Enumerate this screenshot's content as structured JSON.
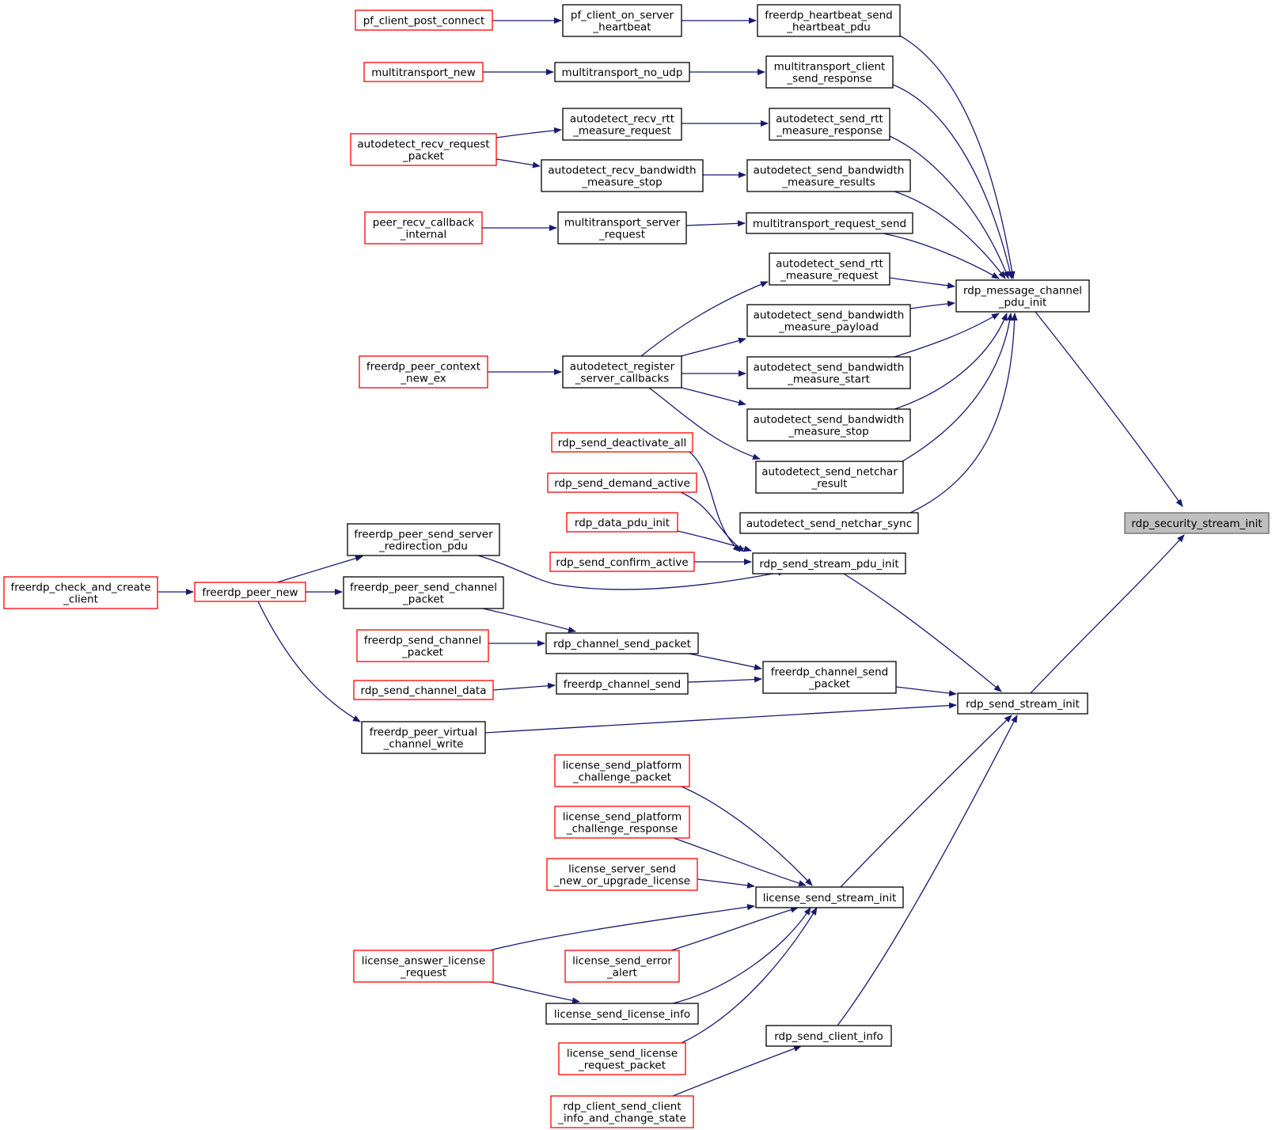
{
  "colors": {
    "edge": "#191970",
    "node_border_documented": "#000000",
    "node_border_undocumented": "#ff0000",
    "focus_fill": "#bfbfbf",
    "node_fill": "#ffffff"
  },
  "diagram": {
    "type": "doxygen caller graph",
    "focus_node": "rdp_security_stream_init",
    "nodes": [
      {
        "id": "rdp_security_stream_init",
        "lines": [
          "rdp_security_stream_init"
        ],
        "border": "grey",
        "focus": true
      },
      {
        "id": "rdp_message_channel_pdu_init",
        "lines": [
          "rdp_message_channel",
          "_pdu_init"
        ],
        "border": "black"
      },
      {
        "id": "rdp_send_stream_init",
        "lines": [
          "rdp_send_stream_init"
        ],
        "border": "black"
      },
      {
        "id": "freerdp_heartbeat_send_heartbeat_pdu",
        "lines": [
          "freerdp_heartbeat_send",
          "_heartbeat_pdu"
        ],
        "border": "black"
      },
      {
        "id": "multitransport_client_send_response",
        "lines": [
          "multitransport_client",
          "_send_response"
        ],
        "border": "black"
      },
      {
        "id": "autodetect_send_rtt_measure_response",
        "lines": [
          "autodetect_send_rtt",
          "_measure_response"
        ],
        "border": "black"
      },
      {
        "id": "autodetect_send_bandwidth_measure_results",
        "lines": [
          "autodetect_send_bandwidth",
          "_measure_results"
        ],
        "border": "black"
      },
      {
        "id": "multitransport_request_send",
        "lines": [
          "multitransport_request_send"
        ],
        "border": "black"
      },
      {
        "id": "autodetect_send_rtt_measure_request",
        "lines": [
          "autodetect_send_rtt",
          "_measure_request"
        ],
        "border": "black"
      },
      {
        "id": "autodetect_send_bandwidth_measure_payload",
        "lines": [
          "autodetect_send_bandwidth",
          "_measure_payload"
        ],
        "border": "black"
      },
      {
        "id": "autodetect_send_bandwidth_measure_start",
        "lines": [
          "autodetect_send_bandwidth",
          "_measure_start"
        ],
        "border": "black"
      },
      {
        "id": "autodetect_send_bandwidth_measure_stop",
        "lines": [
          "autodetect_send_bandwidth",
          "_measure_stop"
        ],
        "border": "black"
      },
      {
        "id": "autodetect_send_netchar_result",
        "lines": [
          "autodetect_send_netchar",
          "_result"
        ],
        "border": "black"
      },
      {
        "id": "autodetect_send_netchar_sync",
        "lines": [
          "autodetect_send_netchar_sync"
        ],
        "border": "black"
      },
      {
        "id": "rdp_send_stream_pdu_init",
        "lines": [
          "rdp_send_stream_pdu_init"
        ],
        "border": "black"
      },
      {
        "id": "freerdp_channel_send_packet",
        "lines": [
          "freerdp_channel_send",
          "_packet"
        ],
        "border": "black"
      },
      {
        "id": "license_send_stream_init",
        "lines": [
          "license_send_stream_init"
        ],
        "border": "black"
      },
      {
        "id": "rdp_send_client_info",
        "lines": [
          "rdp_send_client_info"
        ],
        "border": "black"
      },
      {
        "id": "pf_client_on_server_heartbeat",
        "lines": [
          "pf_client_on_server",
          "_heartbeat"
        ],
        "border": "black"
      },
      {
        "id": "multitransport_no_udp",
        "lines": [
          "multitransport_no_udp"
        ],
        "border": "black"
      },
      {
        "id": "autodetect_recv_rtt_measure_request",
        "lines": [
          "autodetect_recv_rtt",
          "_measure_request"
        ],
        "border": "black"
      },
      {
        "id": "autodetect_recv_bandwidth_measure_stop",
        "lines": [
          "autodetect_recv_bandwidth",
          "_measure_stop"
        ],
        "border": "black"
      },
      {
        "id": "multitransport_server_request",
        "lines": [
          "multitransport_server",
          "_request"
        ],
        "border": "black"
      },
      {
        "id": "autodetect_register_server_callbacks",
        "lines": [
          "autodetect_register",
          "_server_callbacks"
        ],
        "border": "black"
      },
      {
        "id": "rdp_send_deactivate_all",
        "lines": [
          "rdp_send_deactivate_all"
        ],
        "border": "red"
      },
      {
        "id": "rdp_send_demand_active",
        "lines": [
          "rdp_send_demand_active"
        ],
        "border": "red"
      },
      {
        "id": "rdp_data_pdu_init",
        "lines": [
          "rdp_data_pdu_init"
        ],
        "border": "red"
      },
      {
        "id": "rdp_send_confirm_active",
        "lines": [
          "rdp_send_confirm_active"
        ],
        "border": "red"
      },
      {
        "id": "rdp_channel_send_packet",
        "lines": [
          "rdp_channel_send_packet"
        ],
        "border": "black"
      },
      {
        "id": "freerdp_channel_send",
        "lines": [
          "freerdp_channel_send"
        ],
        "border": "black"
      },
      {
        "id": "license_send_platform_challenge_packet",
        "lines": [
          "license_send_platform",
          "_challenge_packet"
        ],
        "border": "red"
      },
      {
        "id": "license_send_platform_challenge_response",
        "lines": [
          "license_send_platform",
          "_challenge_response"
        ],
        "border": "red"
      },
      {
        "id": "license_server_send_new_or_upgrade_license",
        "lines": [
          "license_server_send",
          "_new_or_upgrade_license"
        ],
        "border": "red"
      },
      {
        "id": "license_send_error_alert",
        "lines": [
          "license_send_error",
          "_alert"
        ],
        "border": "red"
      },
      {
        "id": "license_send_license_info",
        "lines": [
          "license_send_license_info"
        ],
        "border": "black"
      },
      {
        "id": "license_send_license_request_packet",
        "lines": [
          "license_send_license",
          "_request_packet"
        ],
        "border": "red"
      },
      {
        "id": "rdp_client_send_client_info_and_change_state",
        "lines": [
          "rdp_client_send_client",
          "_info_and_change_state"
        ],
        "border": "red"
      },
      {
        "id": "pf_client_post_connect",
        "lines": [
          "pf_client_post_connect"
        ],
        "border": "red"
      },
      {
        "id": "multitransport_new",
        "lines": [
          "multitransport_new"
        ],
        "border": "red"
      },
      {
        "id": "autodetect_recv_request_packet",
        "lines": [
          "autodetect_recv_request",
          "_packet"
        ],
        "border": "red"
      },
      {
        "id": "peer_recv_callback_internal",
        "lines": [
          "peer_recv_callback",
          "_internal"
        ],
        "border": "red"
      },
      {
        "id": "freerdp_peer_context_new_ex",
        "lines": [
          "freerdp_peer_context",
          "_new_ex"
        ],
        "border": "red"
      },
      {
        "id": "freerdp_peer_send_server_redirection_pdu",
        "lines": [
          "freerdp_peer_send_server",
          "_redirection_pdu"
        ],
        "border": "black"
      },
      {
        "id": "freerdp_peer_send_channel_packet",
        "lines": [
          "freerdp_peer_send_channel",
          "_packet"
        ],
        "border": "black"
      },
      {
        "id": "freerdp_send_channel_packet",
        "lines": [
          "freerdp_send_channel",
          "_packet"
        ],
        "border": "red"
      },
      {
        "id": "rdp_send_channel_data",
        "lines": [
          "rdp_send_channel_data"
        ],
        "border": "red"
      },
      {
        "id": "freerdp_peer_virtual_channel_write",
        "lines": [
          "freerdp_peer_virtual",
          "_channel_write"
        ],
        "border": "black"
      },
      {
        "id": "license_answer_license_request",
        "lines": [
          "license_answer_license",
          "_request"
        ],
        "border": "red"
      },
      {
        "id": "freerdp_peer_new",
        "lines": [
          "freerdp_peer_new"
        ],
        "border": "red"
      },
      {
        "id": "freerdp_check_and_create_client",
        "lines": [
          "freerdp_check_and_create",
          "_client"
        ],
        "border": "red"
      }
    ],
    "edges": [
      {
        "from": "rdp_message_channel_pdu_init",
        "to": "rdp_security_stream_init"
      },
      {
        "from": "rdp_send_stream_init",
        "to": "rdp_security_stream_init"
      },
      {
        "from": "freerdp_heartbeat_send_heartbeat_pdu",
        "to": "rdp_message_channel_pdu_init"
      },
      {
        "from": "multitransport_client_send_response",
        "to": "rdp_message_channel_pdu_init"
      },
      {
        "from": "autodetect_send_rtt_measure_response",
        "to": "rdp_message_channel_pdu_init"
      },
      {
        "from": "autodetect_send_bandwidth_measure_results",
        "to": "rdp_message_channel_pdu_init"
      },
      {
        "from": "multitransport_request_send",
        "to": "rdp_message_channel_pdu_init"
      },
      {
        "from": "autodetect_send_rtt_measure_request",
        "to": "rdp_message_channel_pdu_init"
      },
      {
        "from": "autodetect_send_bandwidth_measure_payload",
        "to": "rdp_message_channel_pdu_init"
      },
      {
        "from": "autodetect_send_bandwidth_measure_start",
        "to": "rdp_message_channel_pdu_init"
      },
      {
        "from": "autodetect_send_bandwidth_measure_stop",
        "to": "rdp_message_channel_pdu_init"
      },
      {
        "from": "autodetect_send_netchar_result",
        "to": "rdp_message_channel_pdu_init"
      },
      {
        "from": "autodetect_send_netchar_sync",
        "to": "rdp_message_channel_pdu_init"
      },
      {
        "from": "rdp_send_stream_pdu_init",
        "to": "rdp_send_stream_init"
      },
      {
        "from": "freerdp_channel_send_packet",
        "to": "rdp_send_stream_init"
      },
      {
        "from": "freerdp_peer_virtual_channel_write",
        "to": "rdp_send_stream_init"
      },
      {
        "from": "license_send_stream_init",
        "to": "rdp_send_stream_init"
      },
      {
        "from": "rdp_send_client_info",
        "to": "rdp_send_stream_init"
      },
      {
        "from": "pf_client_on_server_heartbeat",
        "to": "freerdp_heartbeat_send_heartbeat_pdu"
      },
      {
        "from": "pf_client_post_connect",
        "to": "pf_client_on_server_heartbeat"
      },
      {
        "from": "multitransport_no_udp",
        "to": "multitransport_client_send_response"
      },
      {
        "from": "multitransport_new",
        "to": "multitransport_no_udp"
      },
      {
        "from": "autodetect_recv_rtt_measure_request",
        "to": "autodetect_send_rtt_measure_response"
      },
      {
        "from": "autodetect_recv_request_packet",
        "to": "autodetect_recv_rtt_measure_request"
      },
      {
        "from": "autodetect_recv_bandwidth_measure_stop",
        "to": "autodetect_send_bandwidth_measure_results"
      },
      {
        "from": "autodetect_recv_request_packet",
        "to": "autodetect_recv_bandwidth_measure_stop"
      },
      {
        "from": "multitransport_server_request",
        "to": "multitransport_request_send"
      },
      {
        "from": "peer_recv_callback_internal",
        "to": "multitransport_server_request"
      },
      {
        "from": "autodetect_register_server_callbacks",
        "to": "autodetect_send_rtt_measure_request"
      },
      {
        "from": "autodetect_register_server_callbacks",
        "to": "autodetect_send_bandwidth_measure_payload"
      },
      {
        "from": "autodetect_register_server_callbacks",
        "to": "autodetect_send_bandwidth_measure_start"
      },
      {
        "from": "autodetect_register_server_callbacks",
        "to": "autodetect_send_bandwidth_measure_stop"
      },
      {
        "from": "autodetect_register_server_callbacks",
        "to": "autodetect_send_netchar_result"
      },
      {
        "from": "freerdp_peer_context_new_ex",
        "to": "autodetect_register_server_callbacks"
      },
      {
        "from": "rdp_send_deactivate_all",
        "to": "rdp_send_stream_pdu_init"
      },
      {
        "from": "rdp_send_demand_active",
        "to": "rdp_send_stream_pdu_init"
      },
      {
        "from": "rdp_data_pdu_init",
        "to": "rdp_send_stream_pdu_init"
      },
      {
        "from": "rdp_send_confirm_active",
        "to": "rdp_send_stream_pdu_init"
      },
      {
        "from": "freerdp_peer_send_server_redirection_pdu",
        "to": "rdp_send_stream_pdu_init"
      },
      {
        "from": "freerdp_peer_new",
        "to": "freerdp_peer_send_server_redirection_pdu"
      },
      {
        "from": "freerdp_peer_new",
        "to": "freerdp_peer_send_channel_packet"
      },
      {
        "from": "freerdp_peer_new",
        "to": "freerdp_peer_virtual_channel_write"
      },
      {
        "from": "freerdp_check_and_create_client",
        "to": "freerdp_peer_new"
      },
      {
        "from": "freerdp_peer_send_channel_packet",
        "to": "rdp_channel_send_packet"
      },
      {
        "from": "freerdp_send_channel_packet",
        "to": "rdp_channel_send_packet"
      },
      {
        "from": "rdp_channel_send_packet",
        "to": "freerdp_channel_send_packet"
      },
      {
        "from": "freerdp_channel_send",
        "to": "freerdp_channel_send_packet"
      },
      {
        "from": "rdp_send_channel_data",
        "to": "freerdp_channel_send"
      },
      {
        "from": "license_send_platform_challenge_packet",
        "to": "license_send_stream_init"
      },
      {
        "from": "license_send_platform_challenge_response",
        "to": "license_send_stream_init"
      },
      {
        "from": "license_server_send_new_or_upgrade_license",
        "to": "license_send_stream_init"
      },
      {
        "from": "license_answer_license_request",
        "to": "license_send_stream_init"
      },
      {
        "from": "license_send_error_alert",
        "to": "license_send_stream_init"
      },
      {
        "from": "license_send_license_info",
        "to": "license_send_stream_init"
      },
      {
        "from": "license_send_license_request_packet",
        "to": "license_send_stream_init"
      },
      {
        "from": "license_answer_license_request",
        "to": "license_send_license_info"
      },
      {
        "from": "rdp_client_send_client_info_and_change_state",
        "to": "rdp_send_client_info"
      }
    ]
  }
}
